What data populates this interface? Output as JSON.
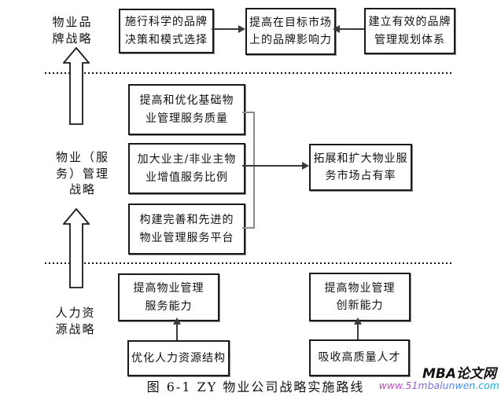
{
  "caption": "图 6-1 ZY 物业公司战略实施路线",
  "watermark": {
    "site_name": "MBA论文网",
    "site_url": "www.51mbalunwen.com"
  },
  "sections": {
    "brand": {
      "label": "物业品\n牌战略",
      "box_decision": "施行科学的品牌\n决策和模式选择",
      "box_influence": "提高在目标市场\n上的品牌影响力",
      "box_system": "建立有效的品牌\n管理规划体系"
    },
    "service": {
      "label": "物业（服\n务）管理\n战略",
      "box_quality": "提高和优化基础物\n业管理服务质量",
      "box_value_ratio": "加大业主/非业主物\n业增值服务比例",
      "box_platform": "构建完善和先进的\n物业管理服务平台",
      "box_market_share": "拓展和扩大物业服\n务市场占有率"
    },
    "hr": {
      "label": "人力资\n源战略",
      "box_service_ability": "提高物业管理\n服务能力",
      "box_optimize_hr": "优化人力资源结构",
      "box_innovation": "提高物业管理\n创新能力",
      "box_talent": "吸收高质量人才"
    }
  },
  "colors": {
    "box_border": "#1a1a1a",
    "connector_dark": "#3a3a3a",
    "bracket_gray": "#8a8a8a",
    "watermark_text": "#111111",
    "url_gradient_start": "#d63ac8",
    "url_gradient_end": "#00b4e6"
  }
}
